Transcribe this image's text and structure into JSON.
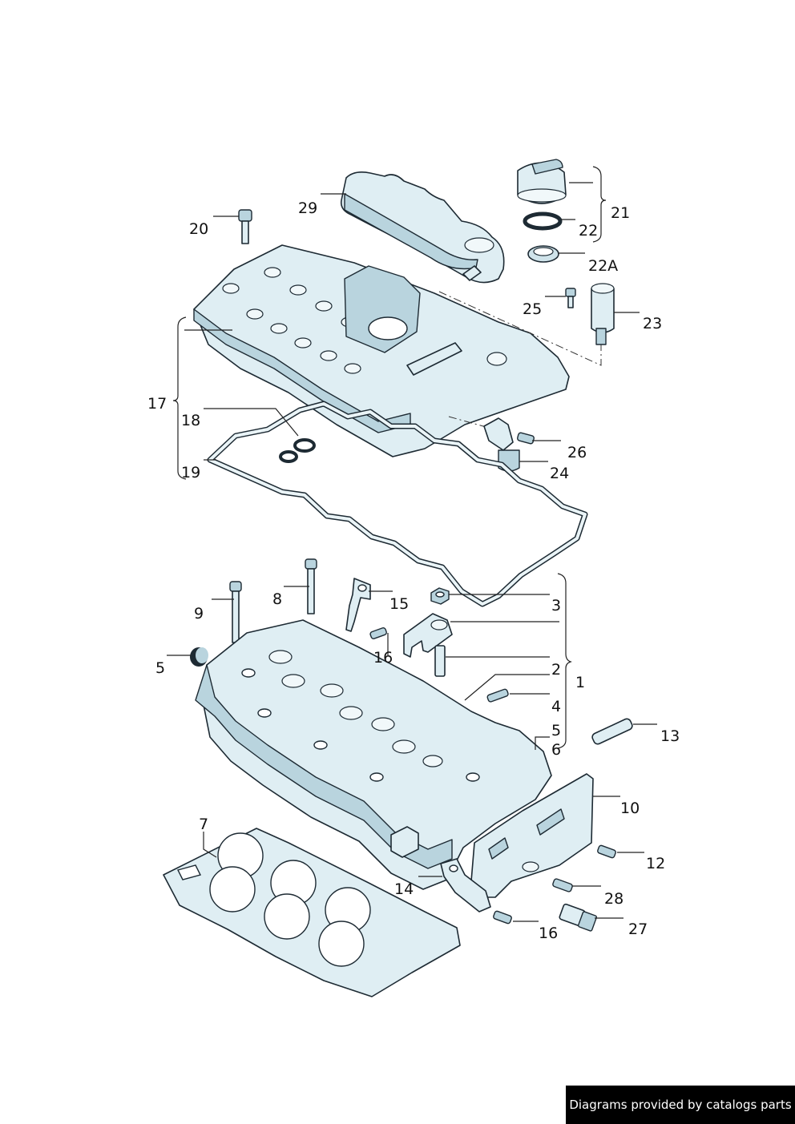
{
  "callouts": [
    {
      "id": "1",
      "text": "1"
    },
    {
      "id": "2",
      "text": "2"
    },
    {
      "id": "3",
      "text": "3"
    },
    {
      "id": "4",
      "text": "4"
    },
    {
      "id": "5a",
      "text": "5"
    },
    {
      "id": "5b",
      "text": "5"
    },
    {
      "id": "6",
      "text": "6"
    },
    {
      "id": "7",
      "text": "7"
    },
    {
      "id": "8",
      "text": "8"
    },
    {
      "id": "9",
      "text": "9"
    },
    {
      "id": "10",
      "text": "10"
    },
    {
      "id": "12",
      "text": "12"
    },
    {
      "id": "13",
      "text": "13"
    },
    {
      "id": "14",
      "text": "14"
    },
    {
      "id": "15",
      "text": "15"
    },
    {
      "id": "16a",
      "text": "16"
    },
    {
      "id": "16b",
      "text": "16"
    },
    {
      "id": "17",
      "text": "17"
    },
    {
      "id": "18",
      "text": "18"
    },
    {
      "id": "19",
      "text": "19"
    },
    {
      "id": "20",
      "text": "20"
    },
    {
      "id": "21",
      "text": "21"
    },
    {
      "id": "22",
      "text": "22"
    },
    {
      "id": "22A",
      "text": "22A"
    },
    {
      "id": "23",
      "text": "23"
    },
    {
      "id": "24",
      "text": "24"
    },
    {
      "id": "25",
      "text": "25"
    },
    {
      "id": "26",
      "text": "26"
    },
    {
      "id": "27",
      "text": "27"
    },
    {
      "id": "28",
      "text": "28"
    },
    {
      "id": "29",
      "text": "29"
    }
  ],
  "footer": {
    "text": "Diagrams provided by catalogs parts"
  },
  "colors": {
    "part_fill": "#dfeef3",
    "part_shade": "#b9d4de",
    "outline": "#1d2a33",
    "footer_bg": "#000000"
  }
}
